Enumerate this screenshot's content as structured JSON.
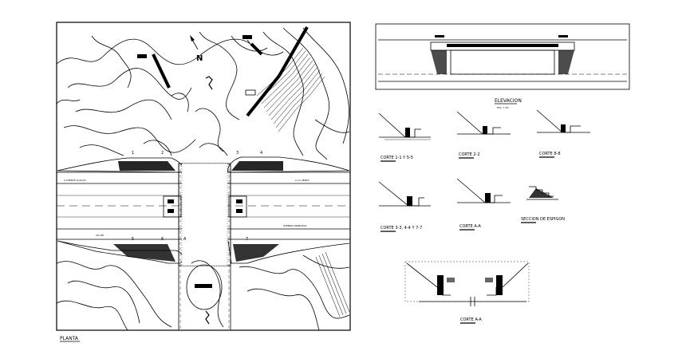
{
  "plan": {
    "title": "PLANTA",
    "north_letter": "N",
    "road_label_left_top": "A PUENTE LLOCAS",
    "road_label_right_top": "A LA VENTA",
    "road_label_left_bottom": "VIA DE",
    "road_label_right_bottom": "AVENIDA PRINCIPAL",
    "section_marks": [
      "1",
      "2",
      "3",
      "4",
      "5",
      "6",
      "7",
      "A"
    ]
  },
  "elevation": {
    "title": "ELEVACION",
    "scale": "ESC. 1:50"
  },
  "sections": [
    {
      "title": "CORTE 1-1 Y 5-5"
    },
    {
      "title": "CORTE 2-2"
    },
    {
      "title": "CORTE 8-8"
    },
    {
      "title": "CORTE 3-3, 4-4 Y 7-7"
    },
    {
      "title": "CORTE A-A"
    },
    {
      "title": "SECCION DE ESPIGON"
    },
    {
      "title": "CORTE A-A"
    }
  ],
  "colors": {
    "ink": "#000000",
    "paper": "#ffffff"
  }
}
